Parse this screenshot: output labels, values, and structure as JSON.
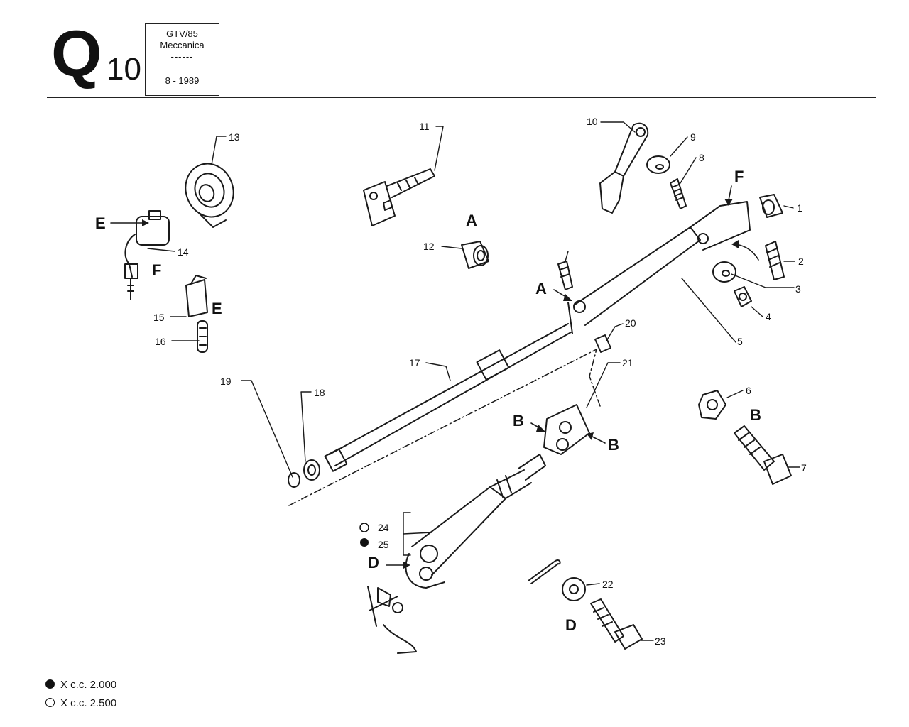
{
  "header": {
    "section_letter": "Q",
    "section_number": "10",
    "model": "GTV/85",
    "group": "Meccanica",
    "dashes": "------",
    "date": "8 - 1989"
  },
  "callouts": {
    "c1": "1",
    "c2": "2",
    "c3": "3",
    "c4": "4",
    "c5": "5",
    "c6": "6",
    "c7": "7",
    "c8": "8",
    "c9": "9",
    "c10": "10",
    "c11": "11",
    "c12": "12",
    "c13": "13",
    "c14": "14",
    "c15": "15",
    "c16": "16",
    "c17": "17",
    "c18": "18",
    "c19": "19",
    "c20": "20",
    "c21": "21",
    "c22": "22",
    "c23": "23",
    "c24": "24",
    "c25": "25"
  },
  "letters": {
    "A": "A",
    "B": "B",
    "D": "D",
    "E": "E",
    "F": "F"
  },
  "legend": [
    {
      "symbol": "filled-circle",
      "text": "X c.c. 2.000"
    },
    {
      "symbol": "open-circle",
      "text": "X c.c. 2.500"
    }
  ]
}
